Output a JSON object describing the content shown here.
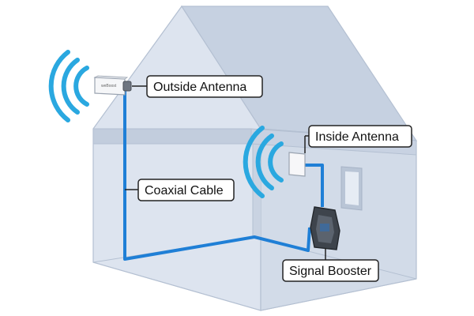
{
  "labels": {
    "outside_antenna": "Outside Antenna",
    "inside_antenna": "Inside Antenna",
    "coaxial_cable": "Coaxial Cable",
    "signal_booster": "Signal Booster"
  },
  "device_brand": "weBoost",
  "colors": {
    "cable": "#1f7fd6",
    "signal_waves": "#2aa8e0",
    "house_fill": "#d2dbe8",
    "house_outline": "#b4c0d2"
  }
}
